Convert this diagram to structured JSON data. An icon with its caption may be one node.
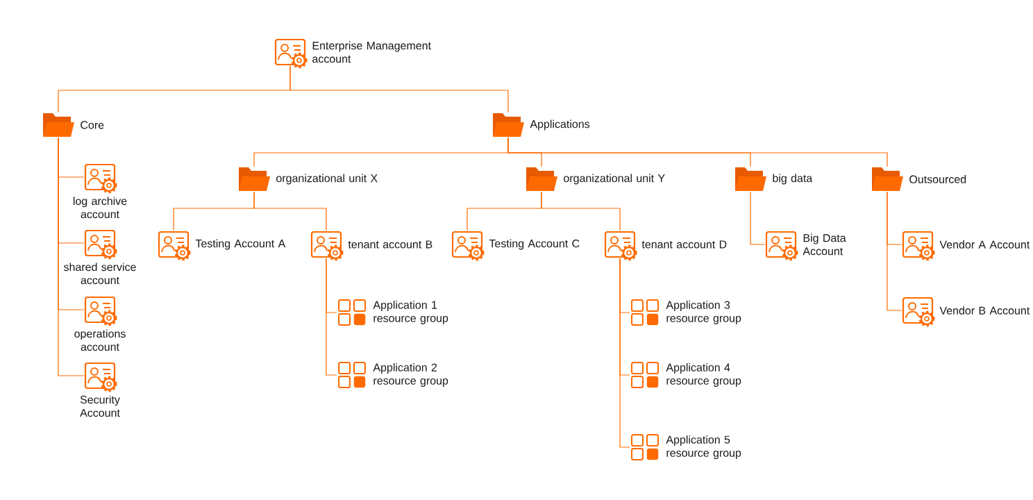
{
  "diagram": {
    "nodes": [
      {
        "text": [
          "Enterprise Management account"
        ]
      },
      {
        "text": [
          "Core"
        ]
      },
      {
        "text": [
          "Applications"
        ]
      },
      {
        "text": [
          "log archive account"
        ]
      },
      {
        "text": [
          "shared service account"
        ]
      },
      {
        "text": [
          "operations account"
        ]
      },
      {
        "text": [
          "Security Account"
        ]
      },
      {
        "text": [
          "organizational unit X"
        ]
      },
      {
        "text": [
          "organizational unit Y"
        ]
      },
      {
        "text": [
          "big data"
        ]
      },
      {
        "text": [
          "Outsourced"
        ]
      },
      {
        "text": [
          "Testing Account A"
        ]
      },
      {
        "text": [
          "tenant account B"
        ]
      },
      {
        "text": [
          "Testing Account C"
        ]
      },
      {
        "text": [
          "tenant account D"
        ]
      },
      {
        "text": [
          "Big Data Account"
        ]
      },
      {
        "text": [
          "Vendor A Account"
        ]
      },
      {
        "text": [
          "Vendor B Account"
        ]
      },
      {
        "text": [
          "Application 1 resource group"
        ]
      },
      {
        "text": [
          "Application 2 resource group"
        ]
      },
      {
        "text": [
          "Application 3 resource group"
        ]
      },
      {
        "text": [
          "Application 4 resource group"
        ]
      },
      {
        "text": [
          "Application 5 resource group"
        ]
      }
    ],
    "edges": [
      {
        "from": 0,
        "to": 1,
        "arrow": "none"
      },
      {
        "from": 0,
        "to": 2,
        "arrow": "none"
      },
      {
        "from": 1,
        "to": 3,
        "arrow": "none"
      },
      {
        "from": 1,
        "to": 4,
        "arrow": "none"
      },
      {
        "from": 1,
        "to": 5,
        "arrow": "none"
      },
      {
        "from": 1,
        "to": 6,
        "arrow": "none"
      },
      {
        "from": 2,
        "to": 7,
        "arrow": "none"
      },
      {
        "from": 2,
        "to": 8,
        "arrow": "none"
      },
      {
        "from": 2,
        "to": 9,
        "arrow": "none"
      },
      {
        "from": 2,
        "to": 10,
        "arrow": "none"
      },
      {
        "from": 7,
        "to": 11,
        "arrow": "none"
      },
      {
        "from": 7,
        "to": 12,
        "arrow": "none"
      },
      {
        "from": 8,
        "to": 13,
        "arrow": "none"
      },
      {
        "from": 8,
        "to": 14,
        "arrow": "none"
      },
      {
        "from": 9,
        "to": 15,
        "arrow": "none"
      },
      {
        "from": 10,
        "to": 16,
        "arrow": "none"
      },
      {
        "from": 10,
        "to": 17,
        "arrow": "none"
      },
      {
        "from": 12,
        "to": 18,
        "arrow": "none"
      },
      {
        "from": 12,
        "to": 19,
        "arrow": "none"
      },
      {
        "from": 14,
        "to": 20,
        "arrow": "none"
      },
      {
        "from": 14,
        "to": 21,
        "arrow": "none"
      },
      {
        "from": 14,
        "to": 22,
        "arrow": "none"
      }
    ]
  }
}
